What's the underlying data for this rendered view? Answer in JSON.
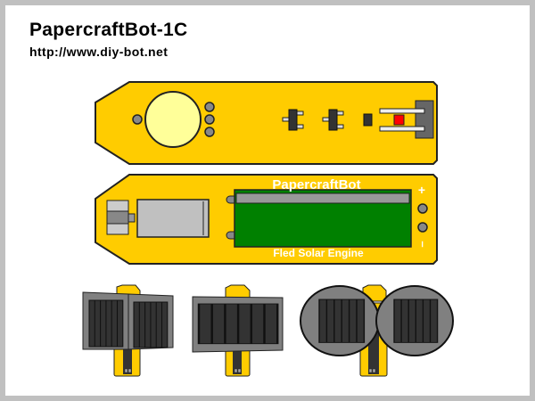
{
  "header": {
    "title": "PapercraftBot-1C",
    "url": "http://www.diy-bot.net"
  },
  "board2": {
    "label_top": "PapercraftBot",
    "label_bottom": "Fled Solar Engine",
    "plus": "+",
    "minus": "–"
  },
  "colors": {
    "board": "#ffcc00",
    "led": "#ffff99",
    "pcb": "#008000",
    "panel": "#808080",
    "cell": "#333333",
    "red": "#ff0000"
  }
}
